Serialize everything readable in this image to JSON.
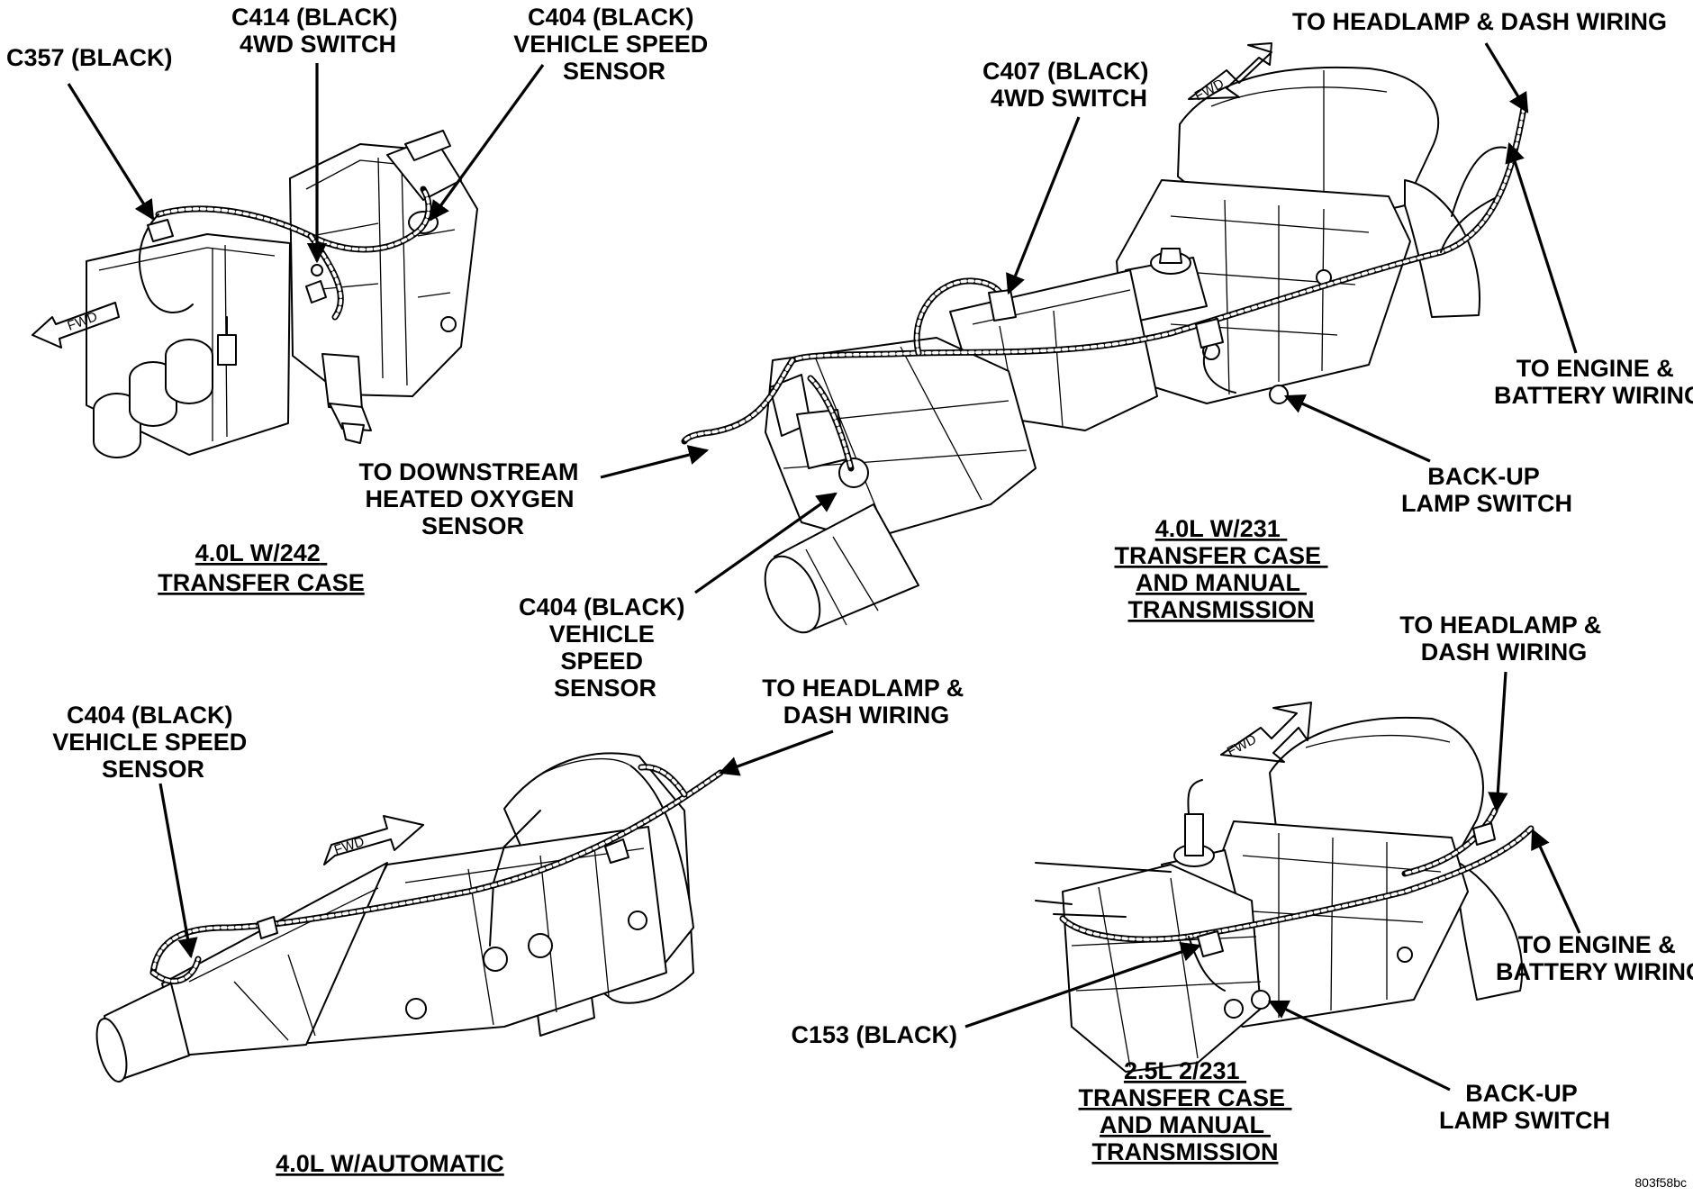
{
  "colors": {
    "ink": "#000000",
    "paper": "#ffffff"
  },
  "panels": {
    "tc242": {
      "title": [
        "4.0L W/242",
        "TRANSFER CASE"
      ],
      "fwd": "FWD",
      "callouts": {
        "c357": [
          "C357 (BLACK)"
        ],
        "c414": [
          "C414 (BLACK)",
          "4WD SWITCH"
        ],
        "c404": [
          "C404 (BLACK)",
          "VEHICLE SPEED",
          "SENSOR"
        ]
      }
    },
    "tc231_manual_40": {
      "title": [
        "4.0L W/231",
        "TRANSFER CASE",
        "AND MANUAL",
        "TRANSMISSION"
      ],
      "fwd": "FWD",
      "callouts": {
        "headlamp": [
          "TO HEADLAMP & DASH WIRING"
        ],
        "c407": [
          "C407 (BLACK)",
          "4WD SWITCH"
        ],
        "engine": [
          "TO ENGINE &",
          "BATTERY WIRING"
        ],
        "oxygen": [
          "TO DOWNSTREAM",
          "HEATED OXYGEN",
          "SENSOR"
        ],
        "backup": [
          "BACK-UP",
          "LAMP SWITCH"
        ],
        "c404": [
          "C404 (BLACK)",
          "VEHICLE",
          "SPEED",
          "SENSOR"
        ]
      }
    },
    "automatic": {
      "title": [
        "4.0L W/AUTOMATIC"
      ],
      "fwd": "FWD",
      "callouts": {
        "c404": [
          "C404 (BLACK)",
          "VEHICLE SPEED",
          "SENSOR"
        ],
        "headlamp": [
          "TO HEADLAMP &",
          "DASH WIRING"
        ]
      }
    },
    "tc231_manual_25": {
      "title": [
        "2.5L 2/231",
        "TRANSFER CASE",
        "AND MANUAL",
        "TRANSMISSION"
      ],
      "fwd": "FWD",
      "callouts": {
        "headlamp": [
          "TO HEADLAMP &",
          "DASH WIRING"
        ],
        "engine": [
          "TO ENGINE &",
          "BATTERY WIRING"
        ],
        "c153": [
          "C153 (BLACK)"
        ],
        "backup": [
          "BACK-UP",
          "LAMP SWITCH"
        ]
      }
    }
  },
  "figure_code": "803f58bc"
}
